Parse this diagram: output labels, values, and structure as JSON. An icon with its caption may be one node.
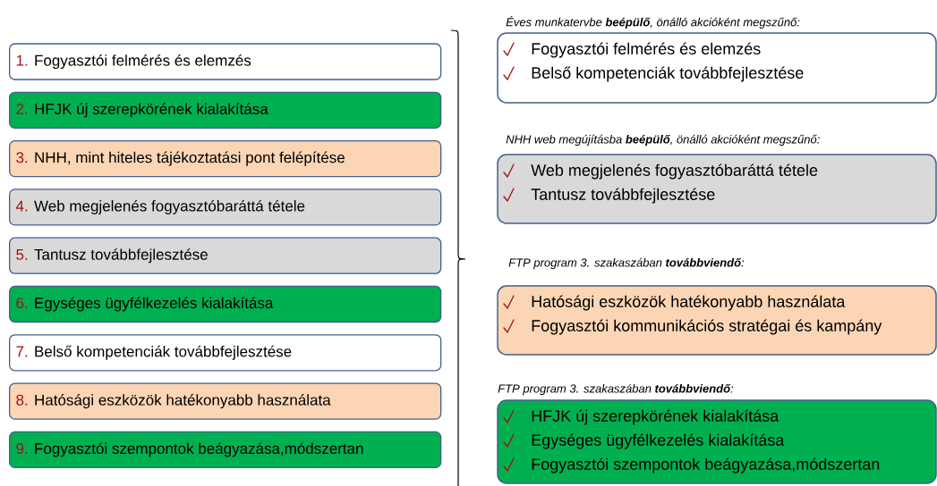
{
  "diagram": {
    "nodes": [
      {
        "text": [
          "1.",
          "Fogyasztói felmérés és elemzés"
        ]
      },
      {
        "text": [
          "2.",
          "HFJK új szerepkörének kialakítása"
        ]
      },
      {
        "text": [
          "3.",
          "NHH, mint hiteles tájékoztatási pont felépítése"
        ]
      },
      {
        "text": [
          "4.",
          "Web megjelenés fogyasztóbaráttá tétele"
        ]
      },
      {
        "text": [
          "5.",
          "Tantusz továbbfejlesztése"
        ]
      },
      {
        "text": [
          "6.",
          "Egységes ügyfélkezelés kialakítása"
        ]
      },
      {
        "text": [
          "7.",
          "Belső kompetenciák továbbfejlesztése"
        ]
      },
      {
        "text": [
          "8.",
          "Hatósági eszközök hatékonyabb használata"
        ]
      },
      {
        "text": [
          "9.",
          "Fogyasztói szempontok beágyazása,módszertan"
        ]
      },
      {
        "text": [
          "Éves munkatervbe **beépülő**, önálló akcióként megszűnő:",
          "Fogyasztói felmérés és elemzés",
          "Belső kompetenciák továbbfejlesztése"
        ]
      },
      {
        "text": [
          "NHH web megújításba **beépülő**, önálló akcióként megszűnő:",
          "Web megjelenés fogyasztóbaráttá tétele",
          "Tantusz továbbfejlesztése"
        ]
      },
      {
        "text": [
          "FTP program 3. szakaszában **továbbviendő**:",
          "Hatósági eszközök hatékonyabb használata",
          "Fogyasztói kommunikációs stratégai és kampány"
        ]
      },
      {
        "text": [
          "FTP program 3. szakaszában **továbbviendő**:",
          "HFJK új szerepkörének kialakítása",
          "Egységes ügyfélkezelés kialakítása",
          "Fogyasztói szempontok beágyazása,módszertan"
        ]
      }
    ]
  }
}
